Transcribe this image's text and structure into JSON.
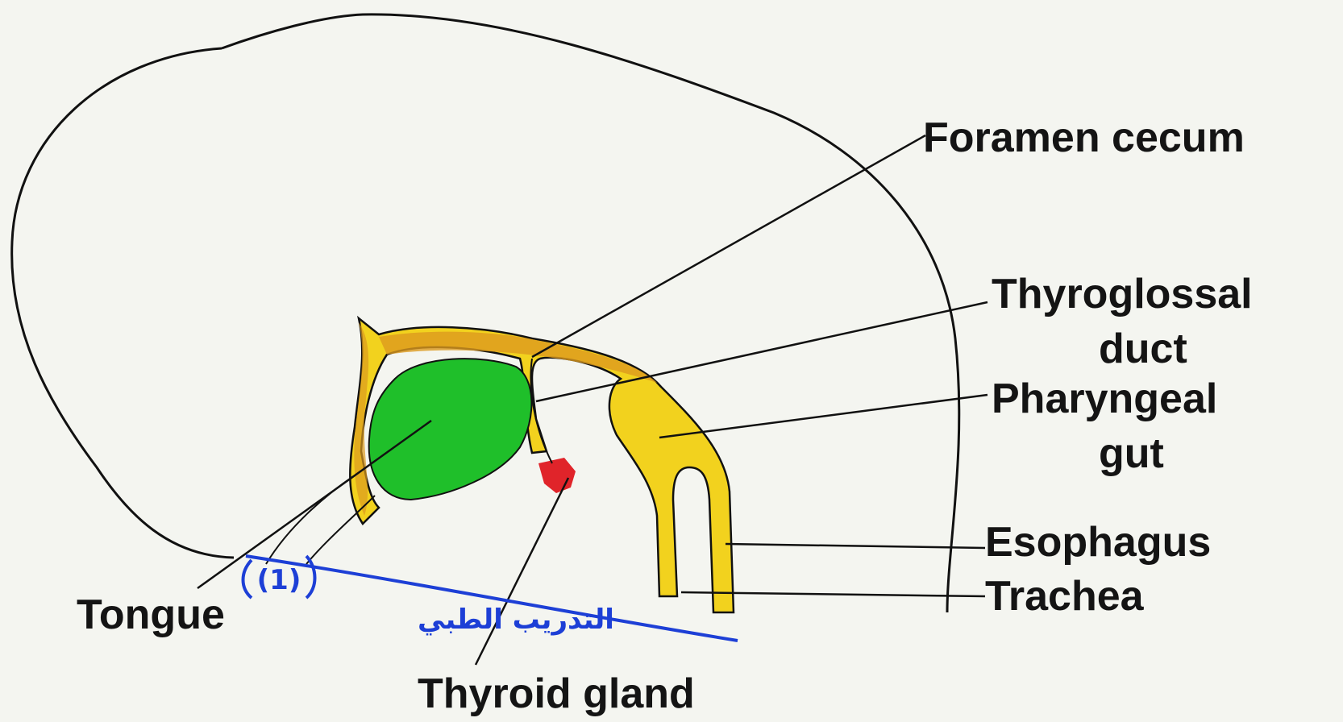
{
  "labels": {
    "foramen_cecum": "Foramen cecum",
    "thyroglossal_duct_1": "Thyroglossal",
    "thyroglossal_duct_2": "duct",
    "pharyngeal_gut_1": "Pharyngeal",
    "pharyngeal_gut_2": "gut",
    "esophagus": "Esophagus",
    "trachea": "Trachea",
    "tongue": "Tongue",
    "thyroid_gland": "Thyroid gland"
  },
  "annotation": {
    "handwritten_text": "التدريب الطبي",
    "handwritten_mark": "(1)"
  },
  "colors": {
    "outline": "#111111",
    "gut_fill": "#f2d21e",
    "gut_shade": "#dc9a1e",
    "tongue_fill": "#1fbf2a",
    "thyroid_fill": "#e0242a",
    "pen_blue": "#1d3fd6",
    "background": "#f4f5f0"
  }
}
